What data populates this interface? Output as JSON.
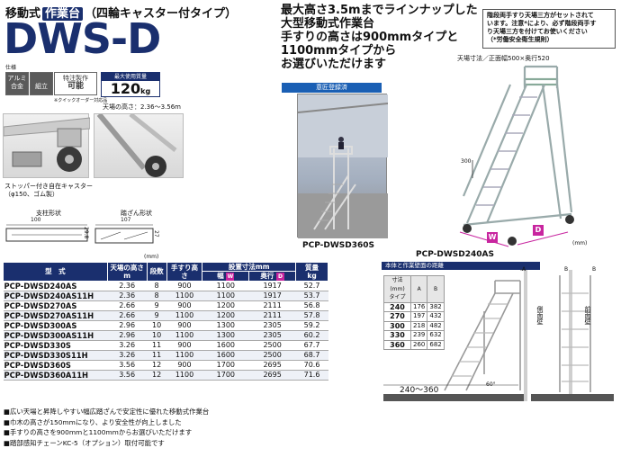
{
  "header": {
    "type_prefix": "移動式",
    "type_tag": "作業台",
    "type_suffix": "（四輪キャスター付タイプ）",
    "model": "DWS-D",
    "spec_label": "仕様"
  },
  "icons": [
    {
      "name": "aluminum-alloy-icon",
      "label_top": "アルミ",
      "label_bottom": "合金"
    },
    {
      "name": "assembly-icon",
      "label_top": "",
      "label_bottom": "組立"
    },
    {
      "name": "special-order-icon",
      "label_top": "特注製作",
      "label_bottom": "可能"
    }
  ],
  "order_note": "※クイックオーダー対応品",
  "max_load": {
    "label": "最大使用質量",
    "value": "120",
    "unit": "kg"
  },
  "ceiling_range": "天場の高さ：2.36～3.56m",
  "caster_caption_1": "ストッパー付き自在キャスター",
  "caster_caption_2": "（φ150、ゴム製）",
  "profiles": {
    "post": {
      "label": "支柱形状",
      "width": "100",
      "height": "29.8"
    },
    "tread": {
      "label": "踏ざん形状",
      "width": "107",
      "height": "27"
    },
    "unit": "(mm)"
  },
  "headline": [
    "最大高さ3.5mまでラインナップした",
    "大型移動式作業台",
    "手すりの高さは900mmタイプと",
    "1100mmタイプから",
    "お選びいただけます"
  ],
  "notice": [
    "階段両手すり天場三方がセットされて",
    "います。注意*により、必ず階段両手す",
    "り天場三方を付けてお使いください",
    "（*労働安全衛生規則）"
  ],
  "ceiling_dim": "天場寸法／正面幅500×奥行520",
  "design_badge": "意匠登録済",
  "photo_left_caption": "PCP-DWSD360S",
  "photo_right_caption": "PCP-DWSD240AS",
  "photo_right_unit": "(mm)",
  "photo_right_dim_300": "300",
  "photo_right_w": "W",
  "photo_right_d": "D",
  "table": {
    "headers": {
      "model": "型　式",
      "ceiling": "天場の高さ",
      "ceiling_unit": "m",
      "steps": "段数",
      "handrail": "手すり高さ",
      "setup": "設置寸法mm",
      "width": "幅",
      "width_mark": "W",
      "depth": "奥行",
      "depth_mark": "D",
      "mass": "質量",
      "mass_unit": "kg"
    },
    "rows": [
      {
        "model": "PCP-DWSD240AS",
        "ceiling": "2.36",
        "steps": "8",
        "handrail": "900",
        "width": "1100",
        "depth": "1917",
        "mass": "52.7"
      },
      {
        "model": "PCP-DWSD240AS11H",
        "ceiling": "2.36",
        "steps": "8",
        "handrail": "1100",
        "width": "1100",
        "depth": "1917",
        "mass": "53.7"
      },
      {
        "model": "PCP-DWSD270AS",
        "ceiling": "2.66",
        "steps": "9",
        "handrail": "900",
        "width": "1200",
        "depth": "2111",
        "mass": "56.8"
      },
      {
        "model": "PCP-DWSD270AS11H",
        "ceiling": "2.66",
        "steps": "9",
        "handrail": "1100",
        "width": "1200",
        "depth": "2111",
        "mass": "57.8"
      },
      {
        "model": "PCP-DWSD300AS",
        "ceiling": "2.96",
        "steps": "10",
        "handrail": "900",
        "width": "1300",
        "depth": "2305",
        "mass": "59.2"
      },
      {
        "model": "PCP-DWSD300AS11H",
        "ceiling": "2.96",
        "steps": "10",
        "handrail": "1100",
        "width": "1300",
        "depth": "2305",
        "mass": "60.2"
      },
      {
        "model": "PCP-DWSD330S",
        "ceiling": "3.26",
        "steps": "11",
        "handrail": "900",
        "width": "1600",
        "depth": "2500",
        "mass": "67.7"
      },
      {
        "model": "PCP-DWSD330S11H",
        "ceiling": "3.26",
        "steps": "11",
        "handrail": "1100",
        "width": "1600",
        "depth": "2500",
        "mass": "68.7"
      },
      {
        "model": "PCP-DWSD360S",
        "ceiling": "3.56",
        "steps": "12",
        "handrail": "900",
        "width": "1700",
        "depth": "2695",
        "mass": "70.6"
      },
      {
        "model": "PCP-DWSD360A11H",
        "ceiling": "3.56",
        "steps": "12",
        "handrail": "1100",
        "width": "1700",
        "depth": "2695",
        "mass": "71.6"
      }
    ]
  },
  "features": [
    "■広い天場と昇降しやすい幅広踏ざんで安定性に優れた移動式作業台",
    "■巾木の高さが150mmになり、より安全性が向上しました",
    "■手すりの高さを900mmと1100mmからお選びいただけます",
    "■踏部感知チェーンKC-5（オプション）取付可能です"
  ],
  "gap": {
    "title": "本体と作業壁面の距離",
    "size_label": "寸法(mm)",
    "type_label": "タイプ",
    "col_a": "A",
    "col_b": "B",
    "rows": [
      {
        "type": "240",
        "a": "176",
        "b": "382"
      },
      {
        "type": "270",
        "a": "197",
        "b": "432"
      },
      {
        "type": "300",
        "a": "218",
        "b": "482"
      },
      {
        "type": "330",
        "a": "239",
        "b": "632"
      },
      {
        "type": "360",
        "a": "260",
        "b": "682"
      }
    ],
    "range_label": "240～360",
    "angle_label": "60°",
    "side_wall_label": "側面壁",
    "front_wall_label": "前面壁",
    "a_label": "A",
    "b_label_1": "B",
    "b_label_2": "B"
  },
  "colors": {
    "navy": "#1a2f6e",
    "blue": "#1a5fb4",
    "magenta": "#c8259f",
    "yellow": "#e6b800"
  }
}
